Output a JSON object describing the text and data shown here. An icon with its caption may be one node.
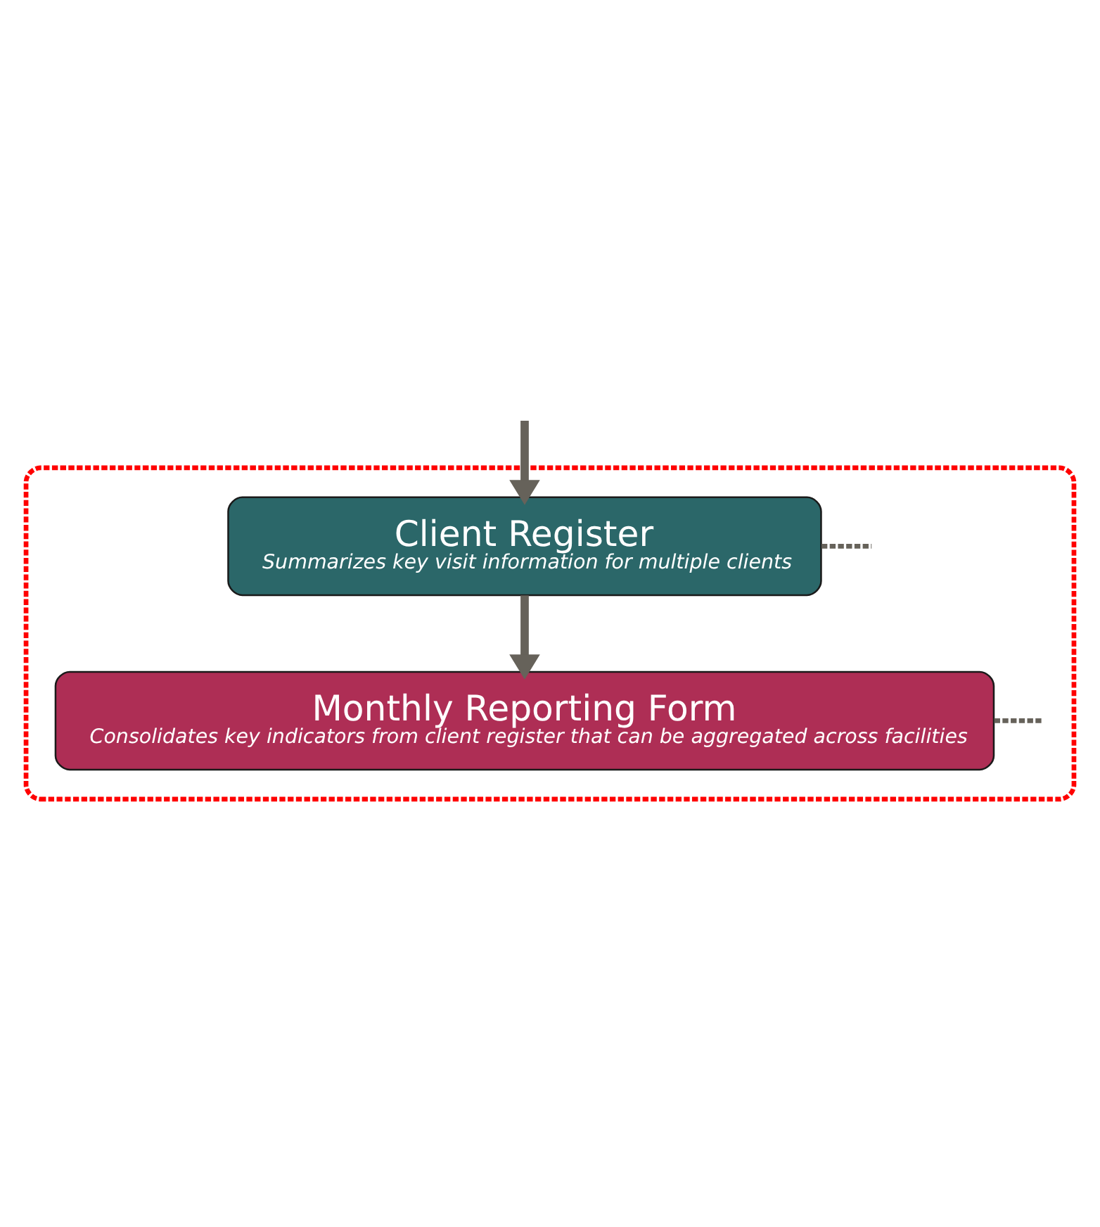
{
  "diagram": {
    "nodes": [
      {
        "text": [],
        "shape": "box"
      },
      {
        "text": [
          "Client Register",
          "Summarizes key visit information for multiple clients"
        ],
        "in": 0
      },
      {
        "text": [
          "Monthly Reporting Form",
          "Consolidates key indicators from client register that can be aggregated across facilities"
        ],
        "in": 0
      }
    ],
    "edges": [
      {
        "from": null,
        "to": 1,
        "arrow": "to"
      },
      {
        "from": 1,
        "to": 2,
        "arrow": "to"
      },
      {
        "from": 1,
        "to": null,
        "arrow": "none",
        "style": "dashed"
      },
      {
        "from": 2,
        "to": null,
        "arrow": "none",
        "style": "dashed"
      }
    ]
  }
}
